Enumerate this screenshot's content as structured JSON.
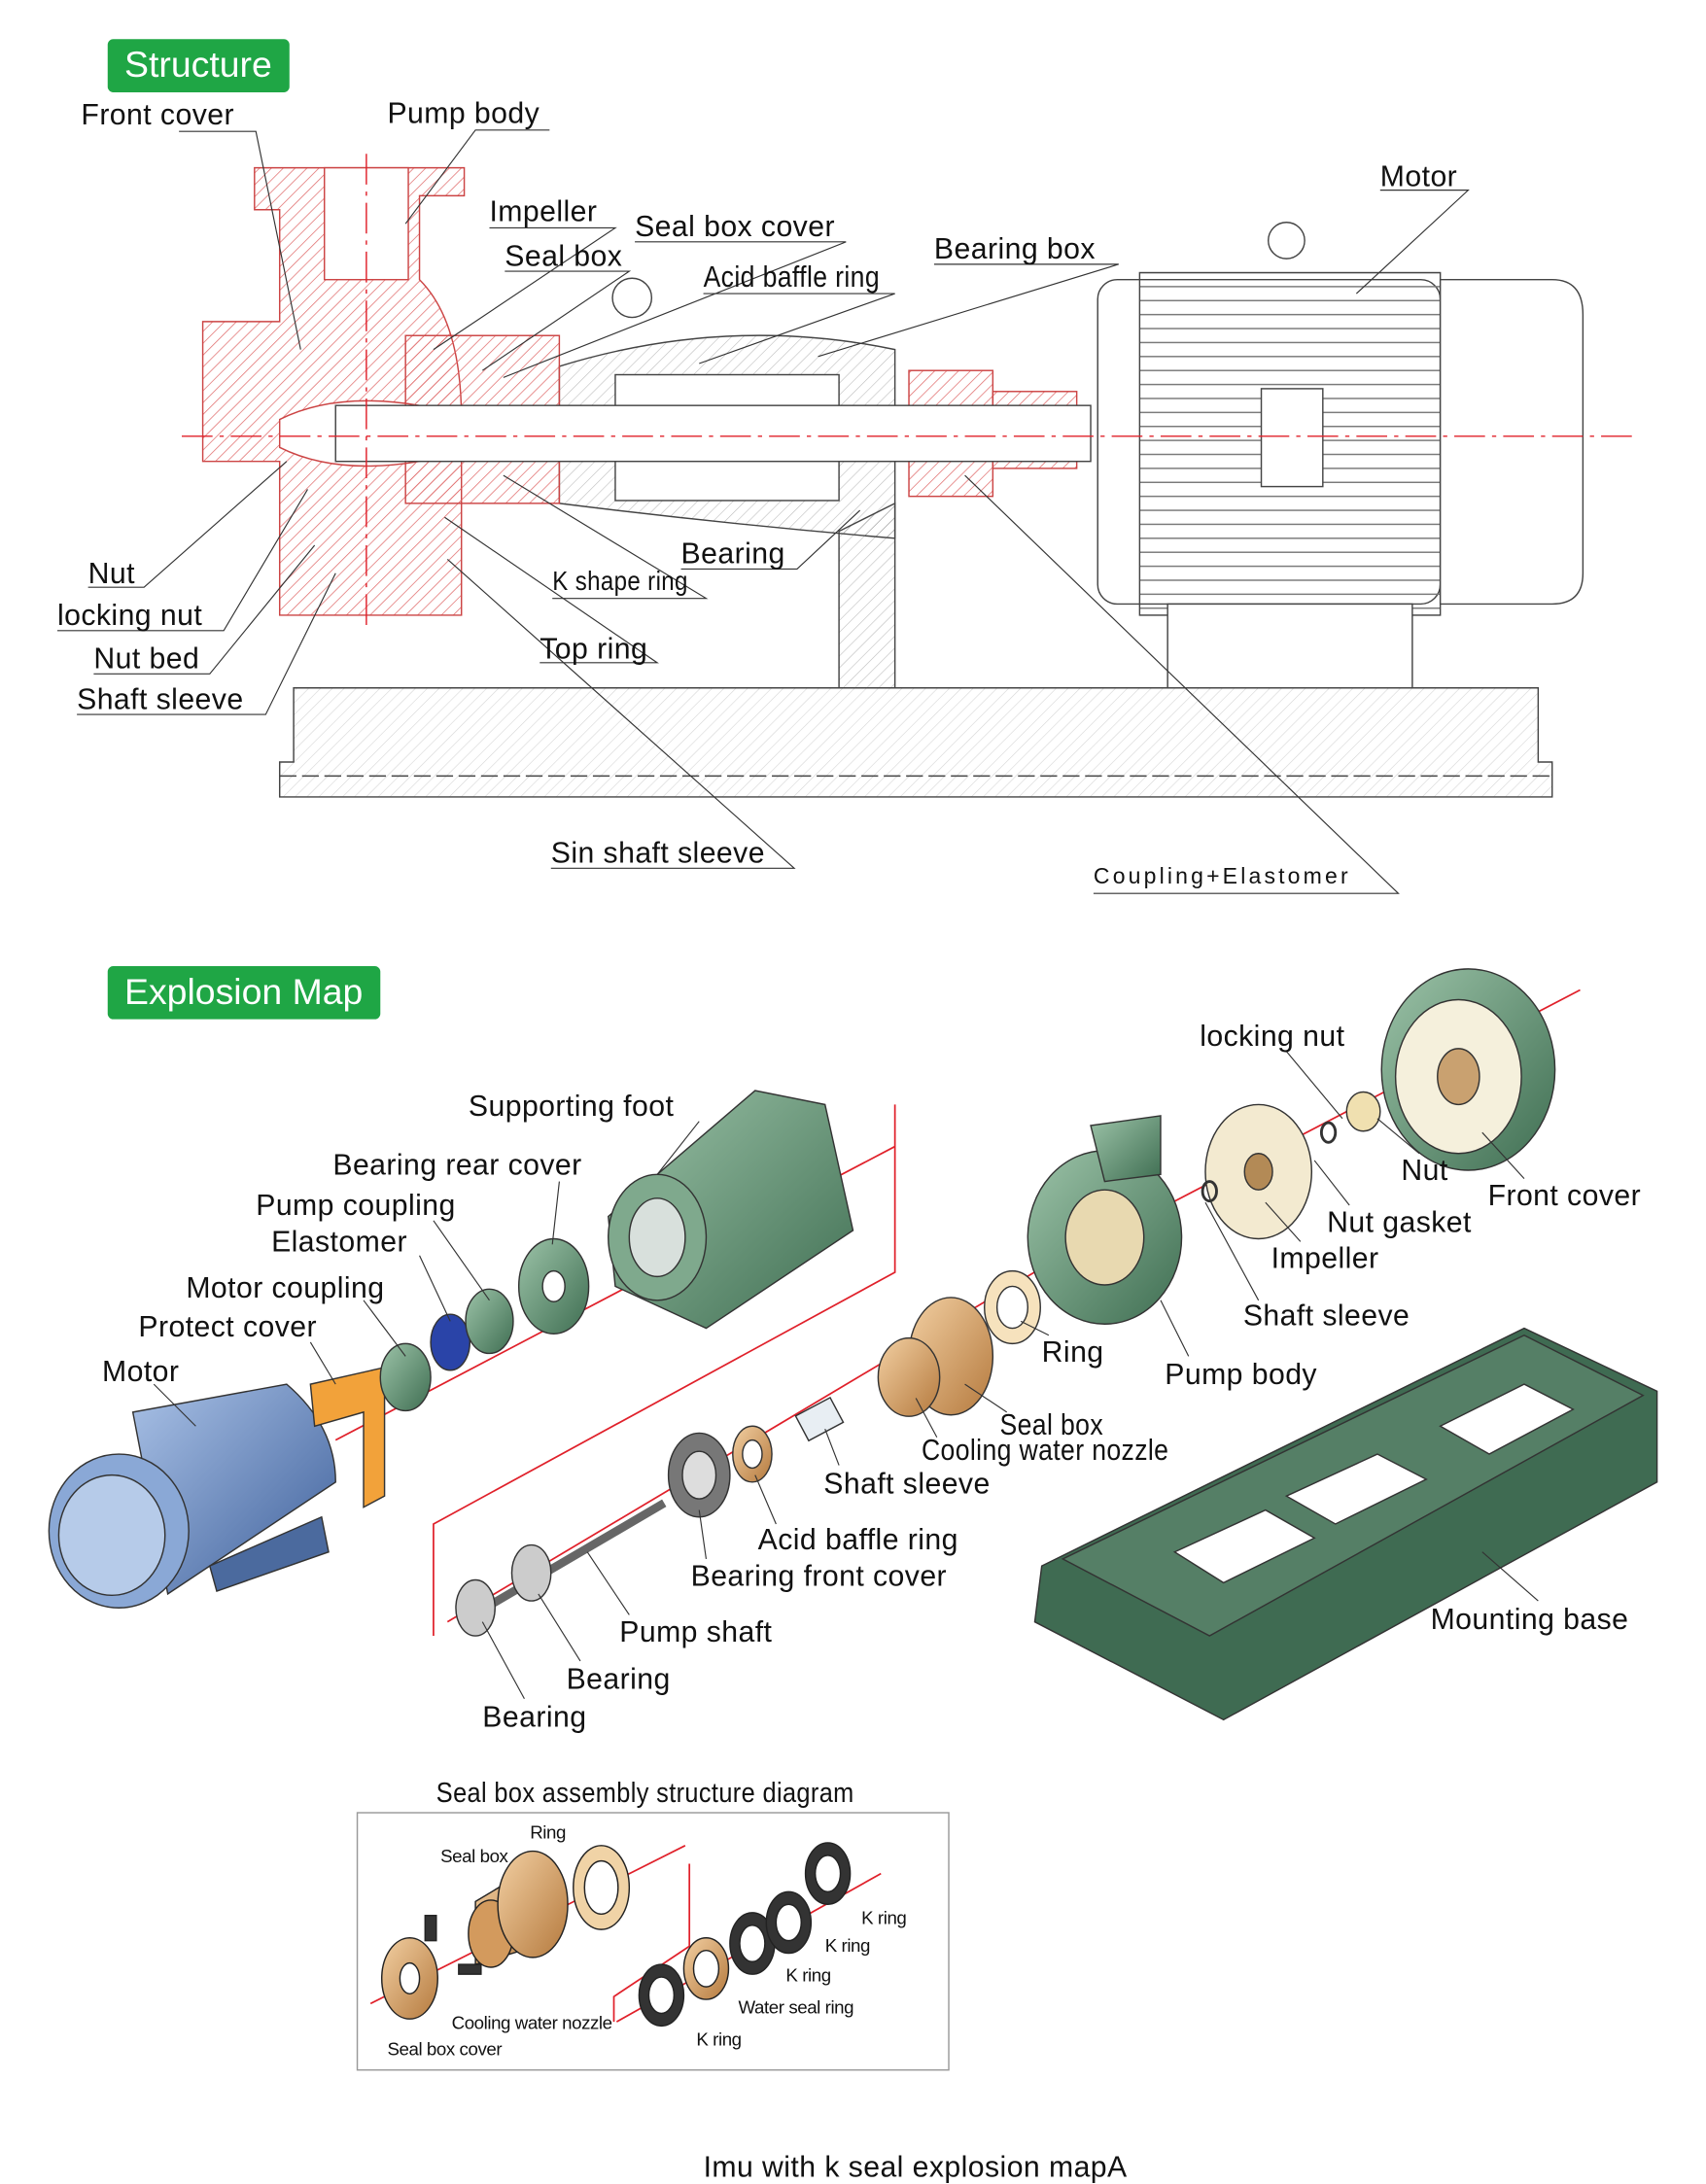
{
  "structure": {
    "badge": "Structure",
    "labels": {
      "front_cover": "Front cover",
      "pump_body": "Pump body",
      "impeller": "Impeller",
      "seal_box_cover": "Seal box cover",
      "seal_box": "Seal box",
      "acid_baffle_ring": "Acid baffle ring",
      "bearing_box": "Bearing box",
      "motor": "Motor",
      "bearing": "Bearing",
      "k_shape_ring": "K shape ring",
      "top_ring": "Top ring",
      "nut": "Nut",
      "locking_nut": "locking nut",
      "nut_bed": "Nut bed",
      "shaft_sleeve": "Shaft sleeve",
      "sin_shaft_sleeve": "Sin shaft sleeve",
      "coupling_elastomer": "Coupling+Elastomer"
    }
  },
  "explosion": {
    "badge": "Explosion Map",
    "labels": {
      "locking_nut": "locking nut",
      "supporting_foot": "Supporting foot",
      "bearing_rear_cover": "Bearing rear cover",
      "pump_coupling": "Pump coupling",
      "elastomer": "Elastomer",
      "motor_coupling": "Motor coupling",
      "protect_cover": "Protect cover",
      "motor": "Motor",
      "nut": "Nut",
      "front_cover": "Front cover",
      "nut_gasket": "Nut gasket",
      "impeller": "Impeller",
      "shaft_sleeve_1": "Shaft sleeve",
      "ring": "Ring",
      "pump_body": "Pump body",
      "seal_box": "Seal box",
      "cooling_water_nozzle": "Cooling water nozzle",
      "shaft_sleeve_2": "Shaft sleeve",
      "acid_baffle_ring": "Acid baffle ring",
      "bearing_front_cover": "Bearing front cover",
      "pump_shaft": "Pump shaft",
      "bearing_1": "Bearing",
      "bearing_2": "Bearing",
      "mounting_base": "Mounting base"
    }
  },
  "seal_box_diagram": {
    "title": "Seal box assembly structure diagram",
    "labels": {
      "ring": "Ring",
      "seal_box": "Seal box",
      "k_ring_1": "K ring",
      "k_ring_2": "K ring",
      "k_ring_3": "K ring",
      "water_seal_ring": "Water seal ring",
      "k_ring_4": "K ring",
      "cooling_water_nozzle": "Cooling water nozzle",
      "seal_box_cover": "Seal box cover"
    }
  },
  "caption": "Imu with k seal explosion mapA",
  "colors": {
    "badge": "#1fa645",
    "axis": "#e0202a",
    "green_part": "#6f9e80",
    "bronze": "#d9a46b",
    "motor_blue": "#6b8fc4"
  }
}
